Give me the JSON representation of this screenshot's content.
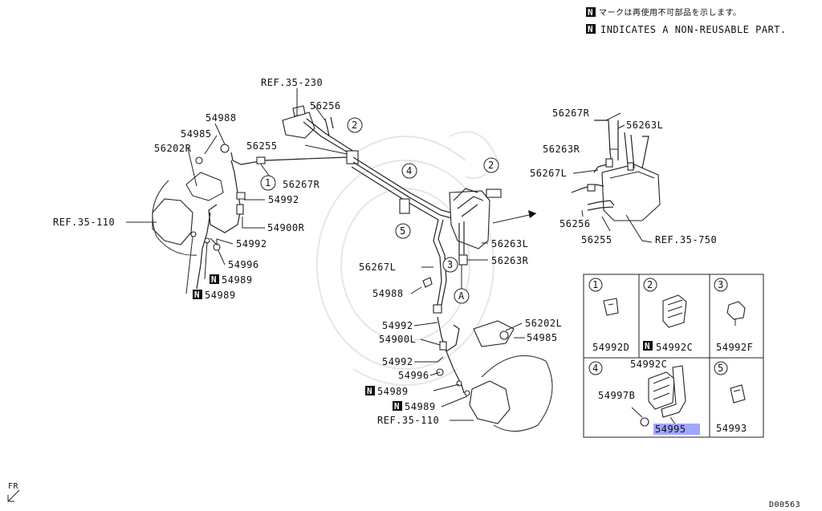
{
  "notice": {
    "jp": "マークは再使用不可部品を示します。",
    "en": "INDICATES A NON-REUSABLE PART.",
    "badge": "N"
  },
  "main": {
    "ref_35_230": "REF.35-230",
    "ref_35_110_left": "REF.35-110",
    "ref_35_110_bottom": "REF.35-110",
    "ref_35_750": "REF.35-750",
    "p56256": "56256",
    "p54988_top": "54988",
    "p54985_left": "54985",
    "p56255": "56255",
    "p56202R": "56202R",
    "p56267R": "56267R",
    "p54992_a": "54992",
    "p54900R": "54900R",
    "p54992_b": "54992",
    "p54996_left": "54996",
    "p54989_a": "54989",
    "p54989_b": "54989",
    "p56263L": "56263L",
    "p56263R": "56263R",
    "p56267L": "56267L",
    "p54988_mid": "54988",
    "p54992_c": "54992",
    "p54900L": "54900L",
    "p54992_d": "54992",
    "p54996_right": "54996",
    "p54989_c": "54989",
    "p54989_d": "54989",
    "p56202L": "56202L",
    "p54985_right": "54985",
    "callout_1": "1",
    "callout_2a": "2",
    "callout_2b": "2",
    "callout_3": "3",
    "callout_4": "4",
    "callout_5": "5",
    "callout_A": "A"
  },
  "abs": {
    "p56267R": "56267R",
    "p56263L": "56263L",
    "p56263R": "56263R",
    "p56267L": "56267L",
    "p56256": "56256",
    "p56255": "56255"
  },
  "detail": {
    "c1": "1",
    "c2": "2",
    "c3": "3",
    "c4": "4",
    "c5": "5",
    "p54992D": "54992D",
    "p54992C": "54992C",
    "p54992F": "54992F",
    "p54992C_4": "54992C",
    "p54997B": "54997B",
    "p54995": "54995",
    "p54993": "54993"
  },
  "footer": {
    "fr": "FR",
    "code": "D00563"
  },
  "colors": {
    "highlight": "#9fa8ff",
    "ink": "#111111"
  }
}
